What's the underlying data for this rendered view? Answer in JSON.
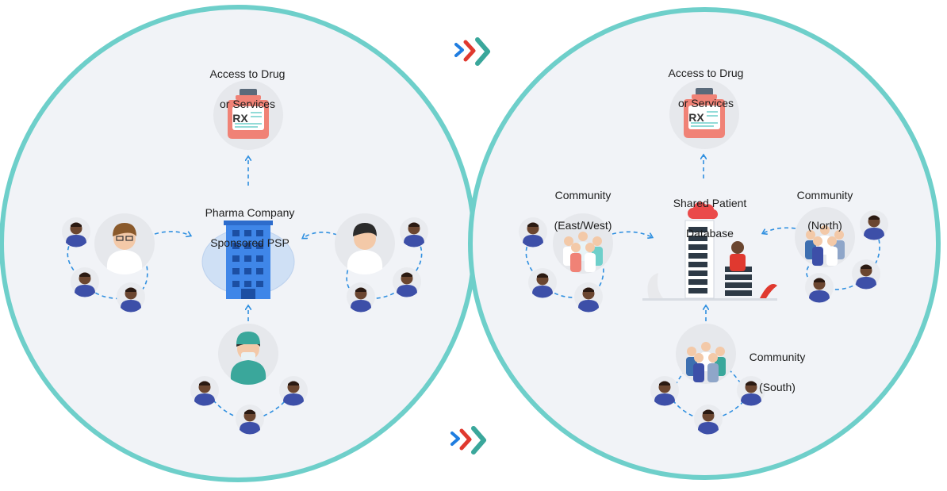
{
  "colors": {
    "ring": "#6ecfca",
    "panel": "#f1f3f7",
    "arrow": "#2f8fe0",
    "chevron_blue": "#1f7de0",
    "chevron_red": "#e0392f",
    "chevron_teal": "#3aa79b",
    "bottle": "#f08276",
    "building": "#3f86e8",
    "skin": "#6b4630",
    "shirt": "#3d4fa8"
  },
  "left_panel": {
    "access_label_1": "Access to Drug",
    "access_label_2": "or Services",
    "bottle_tag": "RX",
    "psp_label_1": "Pharma Company",
    "psp_label_2": "Sponsored PSP"
  },
  "right_panel": {
    "access_label_1": "Access to Drug",
    "access_label_2": "or Services",
    "bottle_tag": "RX",
    "db_label_1": "Shared Patient",
    "db_label_2": "Database",
    "community_ew_1": "Community",
    "community_ew_2": "(East/West)",
    "community_n_1": "Community",
    "community_n_2": "(North)",
    "community_s_1": "Community",
    "community_s_2": "(South)"
  },
  "icons": {
    "bottle": "rx-bottle-icon",
    "building": "hospital-building-icon",
    "server": "database-server-icon",
    "doctor": "doctor-icon",
    "nurse": "nurse-icon",
    "surgeon": "surgeon-icon",
    "patient": "patient-avatar-icon",
    "group": "community-group-icon",
    "chevrons": "forward-chevrons-icon"
  }
}
